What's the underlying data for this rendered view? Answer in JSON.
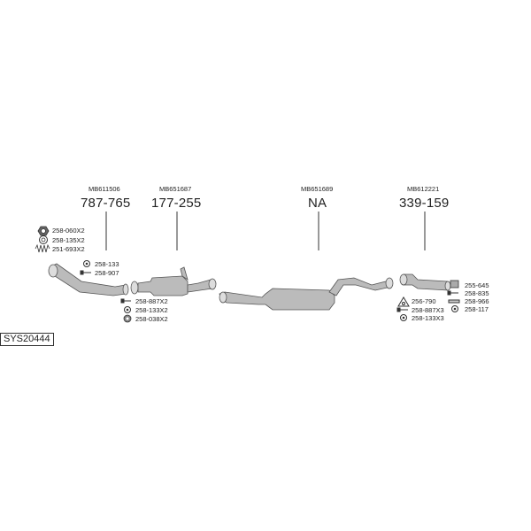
{
  "columns": [
    {
      "oe": "MB611506",
      "part": "787-765"
    },
    {
      "oe": "MB651687",
      "part": "177-255"
    },
    {
      "oe": "MB651689",
      "part": "NA"
    },
    {
      "oe": "MB612221",
      "part": "339-159"
    }
  ],
  "labels": {
    "a1": "258-060X2",
    "a2": "258-135X2",
    "a3": "251-693X2",
    "b1": "258-133",
    "b2": "258-907",
    "c1": "258-887X2",
    "c2": "258-133X2",
    "c3": "258-038X2",
    "d1": "256-790",
    "d2": "258-887X3",
    "d3": "258-133X3",
    "e1": "255-645",
    "e2": "258-835",
    "e3": "258-966",
    "e4": "258-117"
  },
  "system_code": "SYS20444"
}
